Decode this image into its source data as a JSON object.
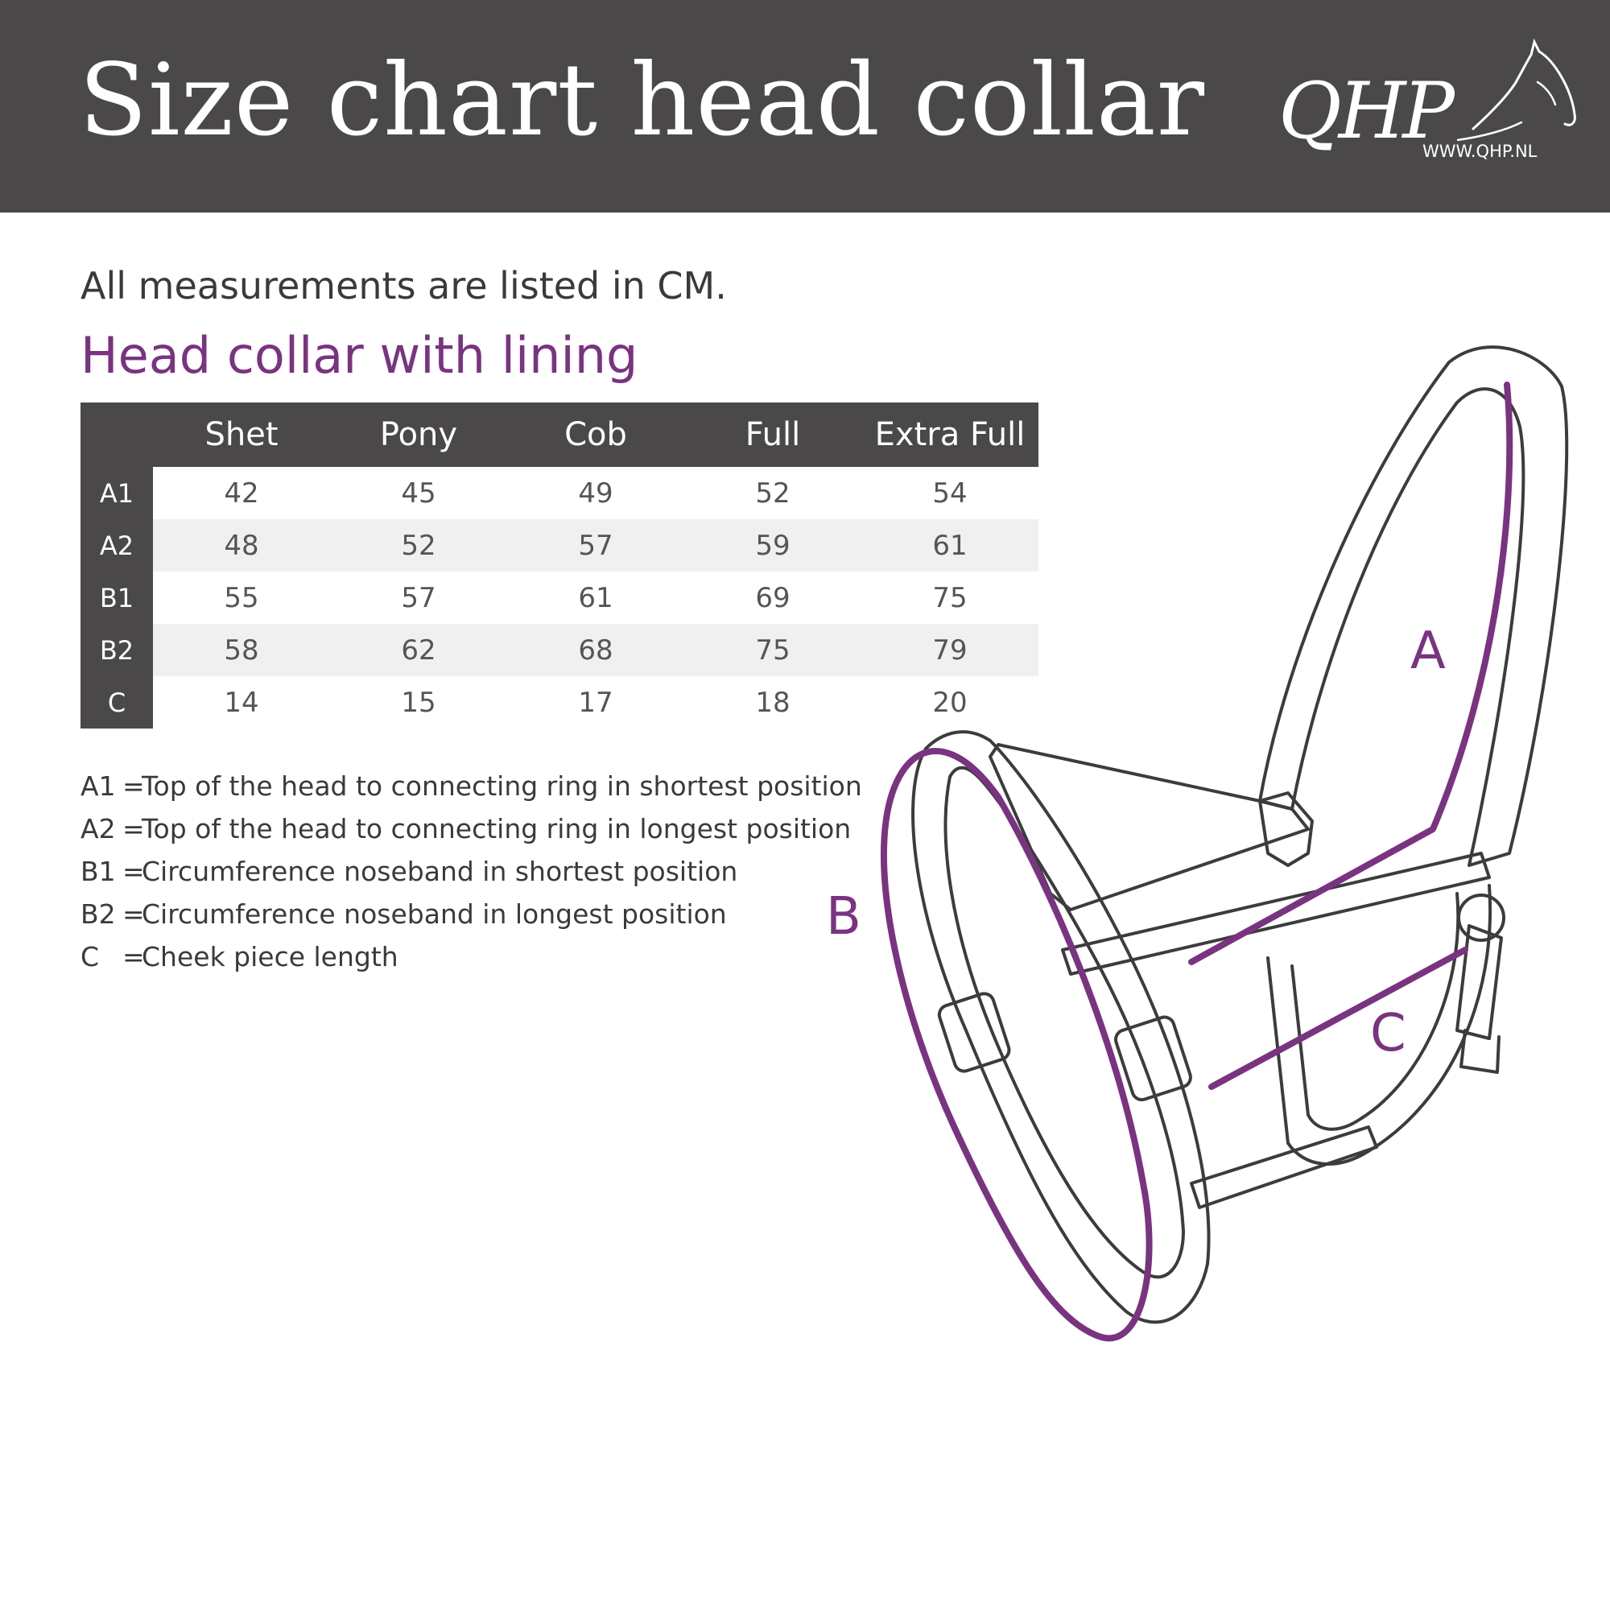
{
  "header": {
    "title": "Size chart head collar",
    "logo_text": "QHP",
    "logo_url": "WWW.QHP.NL"
  },
  "note": "All measurements are listed in CM.",
  "subtitle": "Head collar with lining",
  "table": {
    "columns": [
      "Shet",
      "Pony",
      "Cob",
      "Full",
      "Extra Full"
    ],
    "rows": [
      {
        "label": "A1",
        "values": [
          "42",
          "45",
          "49",
          "52",
          "54"
        ]
      },
      {
        "label": "A2",
        "values": [
          "48",
          "52",
          "57",
          "59",
          "61"
        ]
      },
      {
        "label": "B1",
        "values": [
          "55",
          "57",
          "61",
          "69",
          "75"
        ]
      },
      {
        "label": "B2",
        "values": [
          "58",
          "62",
          "68",
          "75",
          "79"
        ]
      },
      {
        "label": "C",
        "values": [
          "14",
          "15",
          "17",
          "18",
          "20"
        ]
      }
    ]
  },
  "legend": [
    {
      "code": "A1",
      "text": "Top of the head to connecting ring in shortest position"
    },
    {
      "code": "A2",
      "text": "Top of the head to connecting ring in longest position"
    },
    {
      "code": "B1",
      "text": "Circumference noseband in shortest position"
    },
    {
      "code": "B2",
      "text": "Circumference noseband in longest position"
    },
    {
      "code": "C",
      "text": "Cheek piece length"
    }
  ],
  "legend_separator": "=",
  "diagram": {
    "label_a": "A",
    "label_b": "B",
    "label_c": "C",
    "accent_color": "#7a3380",
    "outline_color": "#3c3c3c"
  },
  "colors": {
    "header_bg": "#4b4849",
    "accent": "#7a3380",
    "row_alt": "#f0f0f1"
  }
}
